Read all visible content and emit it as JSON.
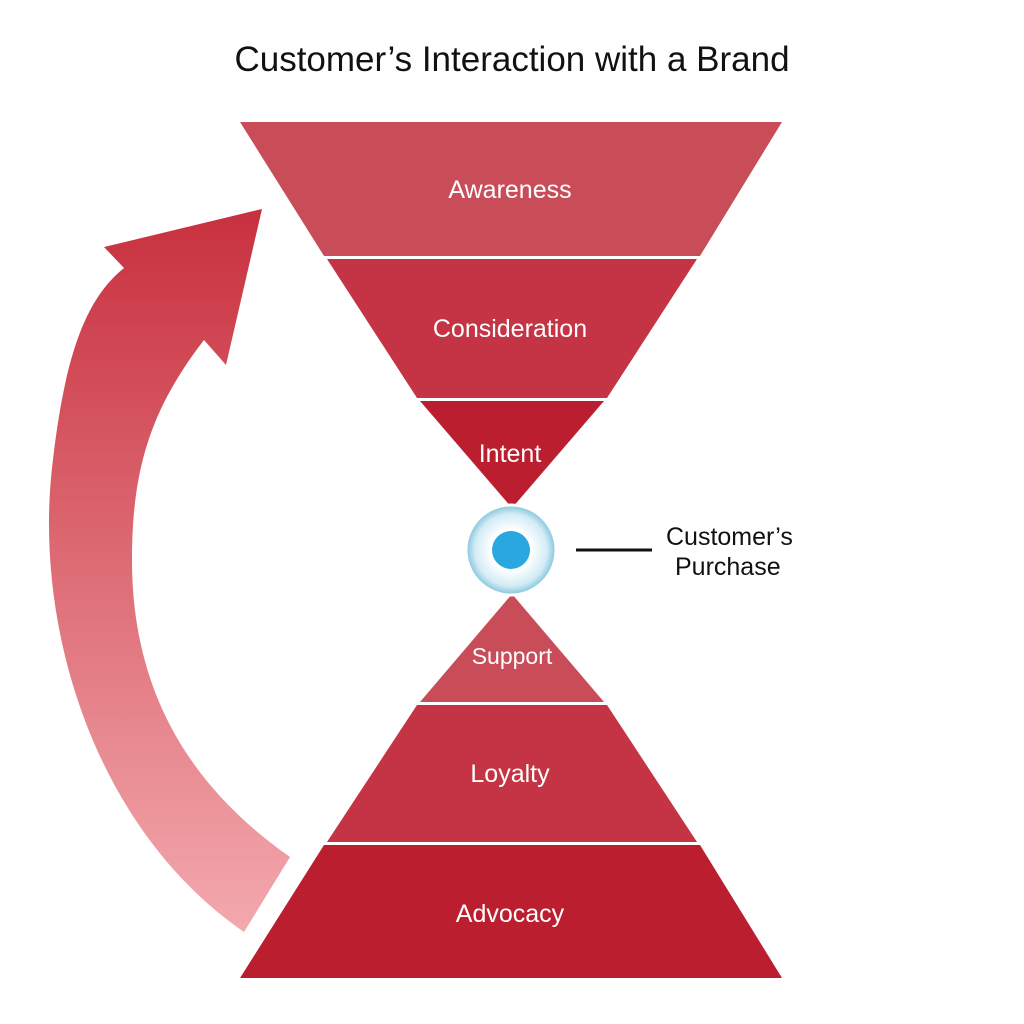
{
  "title": "Customer’s Interaction with a Brand",
  "funnel_top": [
    {
      "label": "Awareness",
      "color": "#c94d59"
    },
    {
      "label": "Consideration",
      "color": "#c43444"
    },
    {
      "label": "Intent",
      "color": "#bb1e2e"
    }
  ],
  "funnel_bottom": [
    {
      "label": "Support",
      "color": "#c94d59"
    },
    {
      "label": "Loyalty",
      "color": "#c43444"
    },
    {
      "label": "Advocacy",
      "color": "#bb1e2e"
    }
  ],
  "purchase": {
    "label_line1": "Customer’s",
    "label_line2": "Purchase",
    "ring_color": "#7fc3dc",
    "dot_color": "#29a8e0"
  },
  "arrow": {
    "color_top": "#c8303e",
    "color_bottom": "#f3a9ae"
  },
  "text_color": "#ffffff"
}
